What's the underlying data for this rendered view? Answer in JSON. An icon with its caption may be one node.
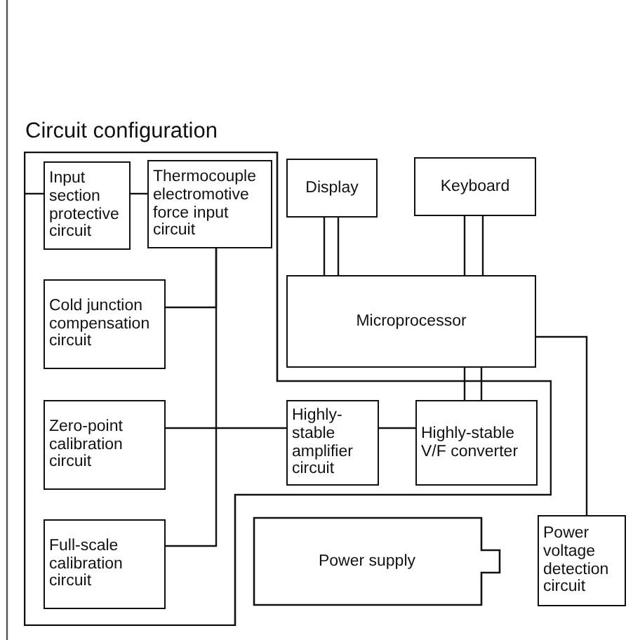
{
  "diagram": {
    "title": "Circuit configuration",
    "nodes": [
      {
        "text": [],
        "shape": "box"
      },
      {
        "text": [
          "Input section protective circuit"
        ],
        "in": 0
      },
      {
        "text": [
          "Thermocouple electromotive force input circuit"
        ],
        "in": 0
      },
      {
        "text": [
          "Display"
        ]
      },
      {
        "text": [
          "Keyboard"
        ]
      },
      {
        "text": [
          "Cold junction compensation circuit"
        ],
        "in": 0
      },
      {
        "text": [
          "Microprocessor"
        ]
      },
      {
        "text": [
          "Zero-point calibration circuit"
        ],
        "in": 0
      },
      {
        "text": [
          "Highly-stable amplifier circuit"
        ],
        "in": 0
      },
      {
        "text": [
          "Highly-stable V/F converter"
        ],
        "in": 0
      },
      {
        "text": [
          "Full-scale calibration circuit"
        ],
        "in": 0
      },
      {
        "text": [
          "Power supply"
        ]
      },
      {
        "text": [
          "Power voltage detection circuit"
        ]
      }
    ],
    "edges": [
      {
        "from": 0,
        "to": 1,
        "arrow": "none"
      },
      {
        "from": 1,
        "to": 2,
        "arrow": "none"
      },
      {
        "from": 2,
        "to": 5,
        "arrow": "none"
      },
      {
        "from": 2,
        "to": 10,
        "arrow": "none"
      },
      {
        "from": 7,
        "to": 8,
        "arrow": "none"
      },
      {
        "from": 8,
        "to": 9,
        "arrow": "none"
      },
      {
        "from": 3,
        "to": 6,
        "arrow": "none"
      },
      {
        "from": 4,
        "to": 6,
        "arrow": "none"
      },
      {
        "from": 6,
        "to": 9,
        "arrow": "none"
      },
      {
        "from": 6,
        "to": 12,
        "arrow": "none"
      }
    ]
  }
}
